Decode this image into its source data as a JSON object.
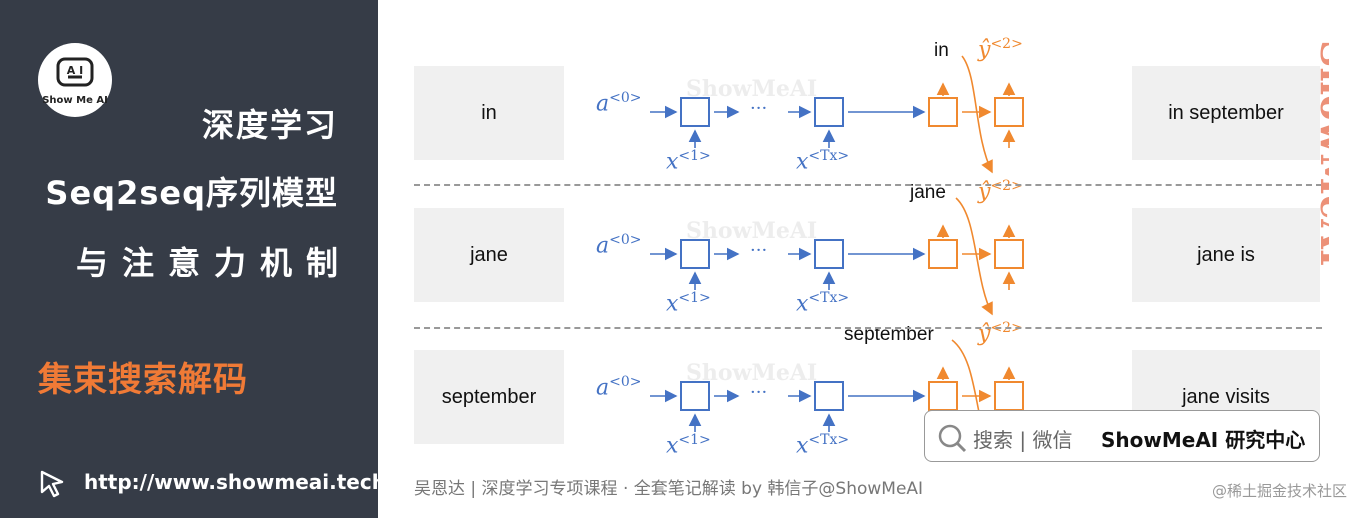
{
  "sidebar": {
    "logo_text": "Show Me AI",
    "title_line1": "深度学习",
    "title_line2": "Seq2seq序列模型",
    "title_line3": "与注意力机制",
    "subtitle": "集束搜索解码",
    "url": "http://www.showmeai.tech/"
  },
  "diagram": {
    "rows": [
      {
        "input": "in",
        "prev_word": "in",
        "output": "in september"
      },
      {
        "input": "jane",
        "prev_word": "jane",
        "output": "jane is"
      },
      {
        "input": "september",
        "prev_word": "september",
        "output": "jane visits"
      }
    ],
    "labels": {
      "a0": "a",
      "a0_sup": "<0>",
      "x1": "x",
      "x1_sup": "<1>",
      "xt": "x",
      "xt_sup": "<Tx>",
      "y2": "ŷ",
      "y2_sup": "<2>",
      "dots": "···"
    },
    "watermark": "ShowMeAI",
    "brand_vertical": "ShowMeAI"
  },
  "footer": {
    "credit": "吴恩达 | 深度学习专项课程 · 全套笔记解读  by 韩信子@ShowMeAI"
  },
  "search_box": {
    "placeholder": "搜索 | 微信",
    "brand": "ShowMeAI 研究中心"
  },
  "corner_watermark": "@稀土掘金技术社区",
  "colors": {
    "blue": "#4472c4",
    "orange": "#f0892f",
    "sidebar": "#363c47",
    "accent": "#f07a36"
  }
}
